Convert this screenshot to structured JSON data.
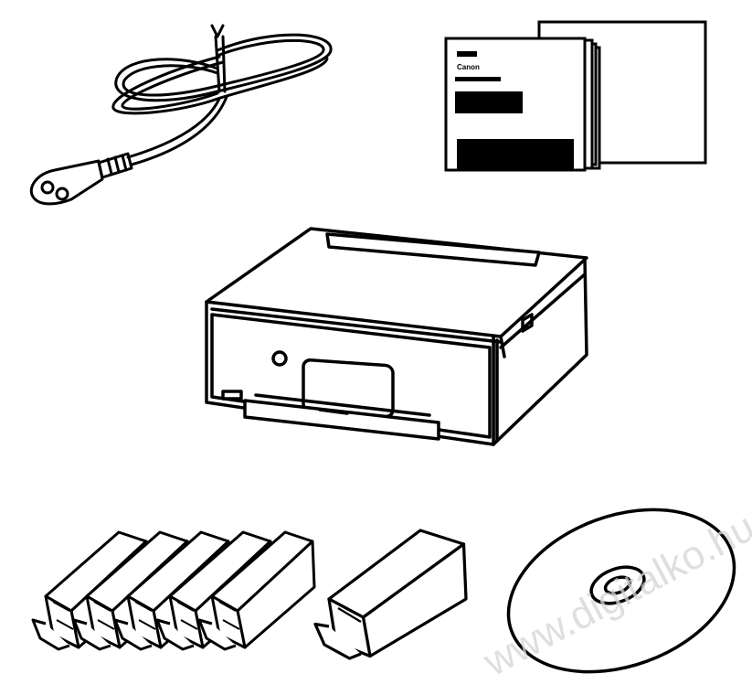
{
  "brand_text": "Canon",
  "watermark_text": "www.digitalko.hu",
  "ink_cartridge_count": 6,
  "colors": {
    "line": "#000000",
    "background": "#ffffff",
    "watermark": "#cfcfcf"
  },
  "icons": [
    "power-cord-icon",
    "manual-documents-icon",
    "printer-icon",
    "ink-cartridge-icon",
    "setup-cd-icon"
  ]
}
